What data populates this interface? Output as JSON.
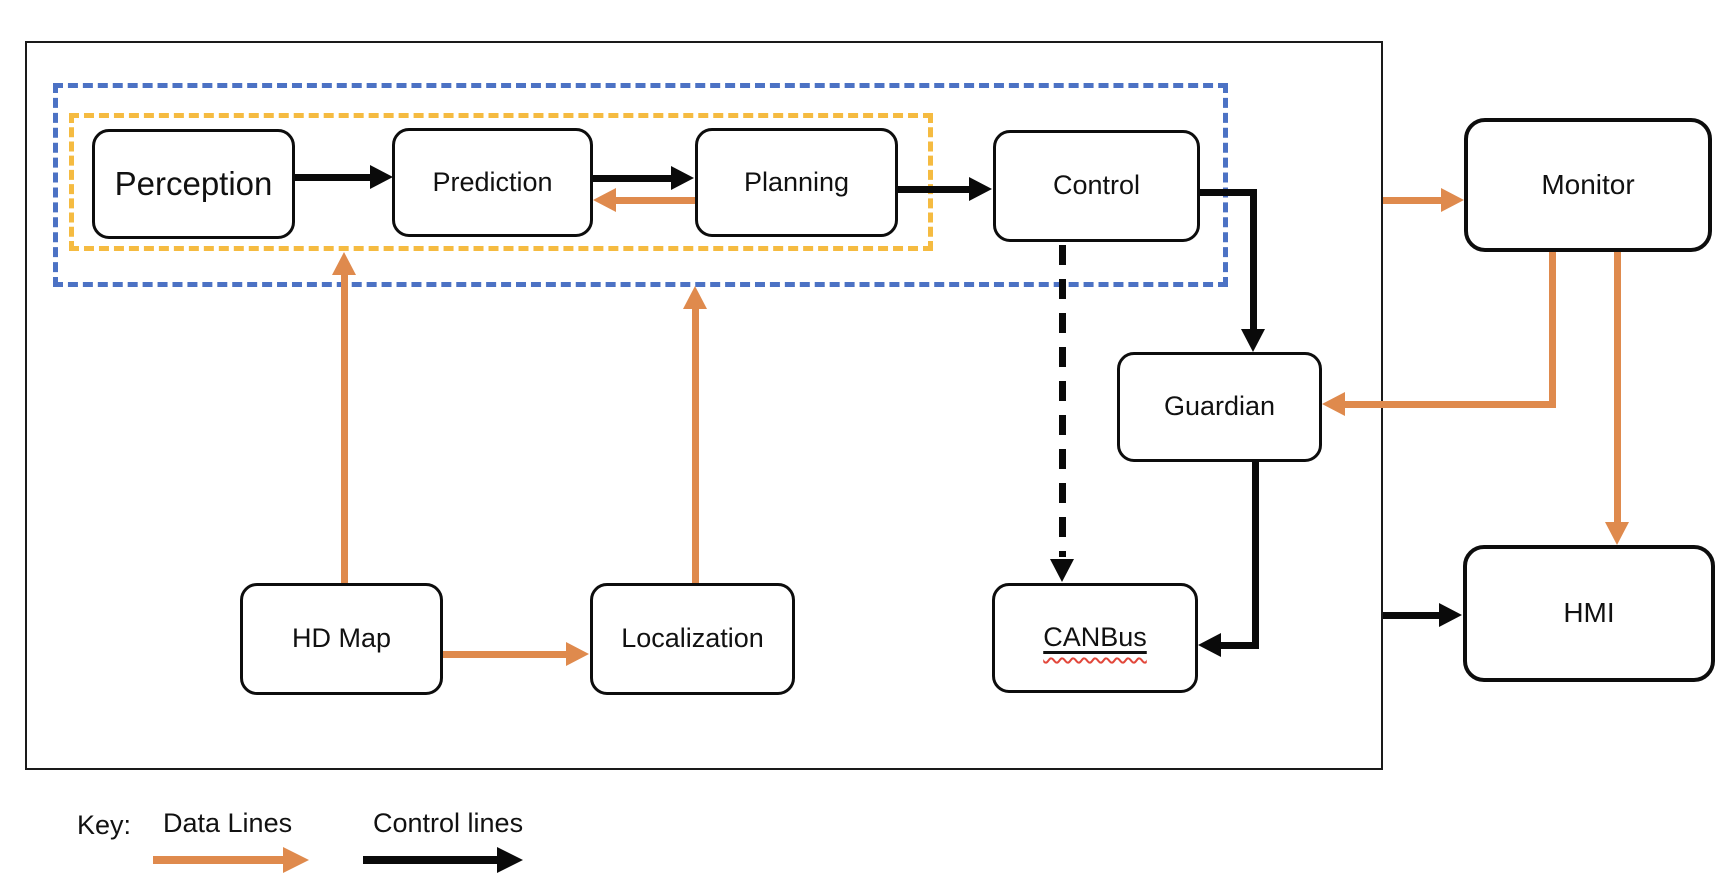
{
  "nodes": {
    "perception": {
      "label": "Perception"
    },
    "prediction": {
      "label": "Prediction"
    },
    "planning": {
      "label": "Planning"
    },
    "control": {
      "label": "Control"
    },
    "monitor": {
      "label": "Monitor"
    },
    "guardian": {
      "label": "Guardian"
    },
    "canbus": {
      "label": "CANBus"
    },
    "hdmap": {
      "label": "HD Map"
    },
    "localization": {
      "label": "Localization"
    },
    "hmi": {
      "label": "HMI"
    }
  },
  "key": {
    "label": "Key:",
    "data_lines": "Data Lines",
    "control_lines": "Control lines"
  },
  "colors": {
    "data_line": "#DF8A4D",
    "control_line": "#0a0a0a",
    "blue_group": "#4C72C4",
    "yellow_group": "#F5BB41",
    "spellcheck_red": "#E2473B"
  },
  "edges": [
    {
      "from": "Perception",
      "to": "Prediction",
      "type": "control"
    },
    {
      "from": "Prediction",
      "to": "Planning",
      "type": "control"
    },
    {
      "from": "Planning",
      "to": "Control",
      "type": "control"
    },
    {
      "from": "Planning",
      "to": "Prediction",
      "type": "data"
    },
    {
      "from": "Control",
      "to": "Guardian",
      "type": "control"
    },
    {
      "from": "Control",
      "to": "CANBus",
      "type": "control-dashed"
    },
    {
      "from": "Guardian",
      "to": "CANBus",
      "type": "control"
    },
    {
      "from": "HD Map",
      "to": "Localization",
      "type": "data"
    },
    {
      "from": "HD Map",
      "to": "perception-planning-group",
      "type": "data"
    },
    {
      "from": "Localization",
      "to": "autonomy-modules-group",
      "type": "data"
    },
    {
      "from": "system-frame",
      "to": "Monitor",
      "type": "data"
    },
    {
      "from": "Monitor",
      "to": "Guardian",
      "type": "data"
    },
    {
      "from": "Monitor",
      "to": "HMI",
      "type": "data"
    },
    {
      "from": "system-frame",
      "to": "HMI",
      "type": "control"
    }
  ]
}
